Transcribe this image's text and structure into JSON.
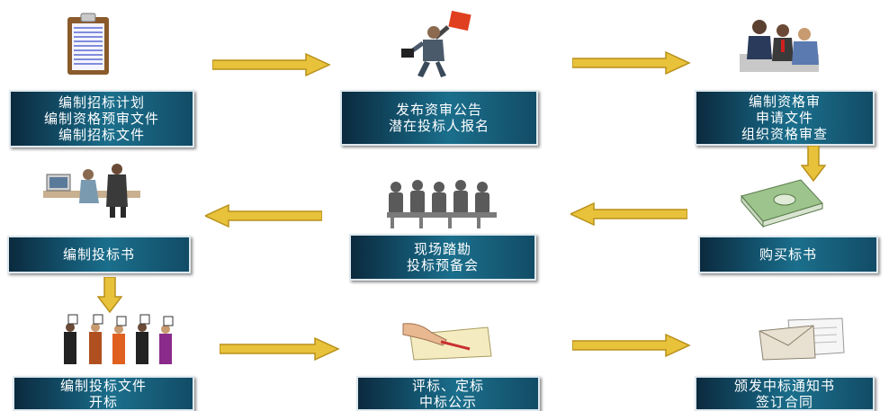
{
  "steps": [
    {
      "id": "plan",
      "lines": [
        "编制招标计划",
        "编制资格预审文件",
        "编制招标文件"
      ]
    },
    {
      "id": "publish",
      "lines": [
        "发布资审公告",
        "潜在投标人报名"
      ]
    },
    {
      "id": "prequal",
      "lines": [
        "编制资格审",
        "申请文件",
        "组织资格审查"
      ]
    },
    {
      "id": "buy",
      "lines": [
        "购买标书"
      ]
    },
    {
      "id": "site",
      "lines": [
        "现场踏勘",
        "投标预备会"
      ]
    },
    {
      "id": "bid",
      "lines": [
        "编制投标书"
      ]
    },
    {
      "id": "open",
      "lines": [
        "编制投标文件",
        "开标"
      ]
    },
    {
      "id": "evaluate",
      "lines": [
        "评标、定标",
        "中标公示"
      ]
    },
    {
      "id": "award",
      "lines": [
        "颁发中标通知书",
        "签订合同"
      ]
    }
  ],
  "colors": {
    "box": "#155c78",
    "arrow": "#e8c23a",
    "arrow_dark": "#b8901c"
  },
  "icons": [
    "clipboard-icon",
    "businessman-running-icon",
    "meeting-icon",
    "money-stack-icon",
    "audience-icon",
    "computer-workers-icon",
    "voting-cards-icon",
    "signing-hand-icon",
    "envelope-icon"
  ]
}
